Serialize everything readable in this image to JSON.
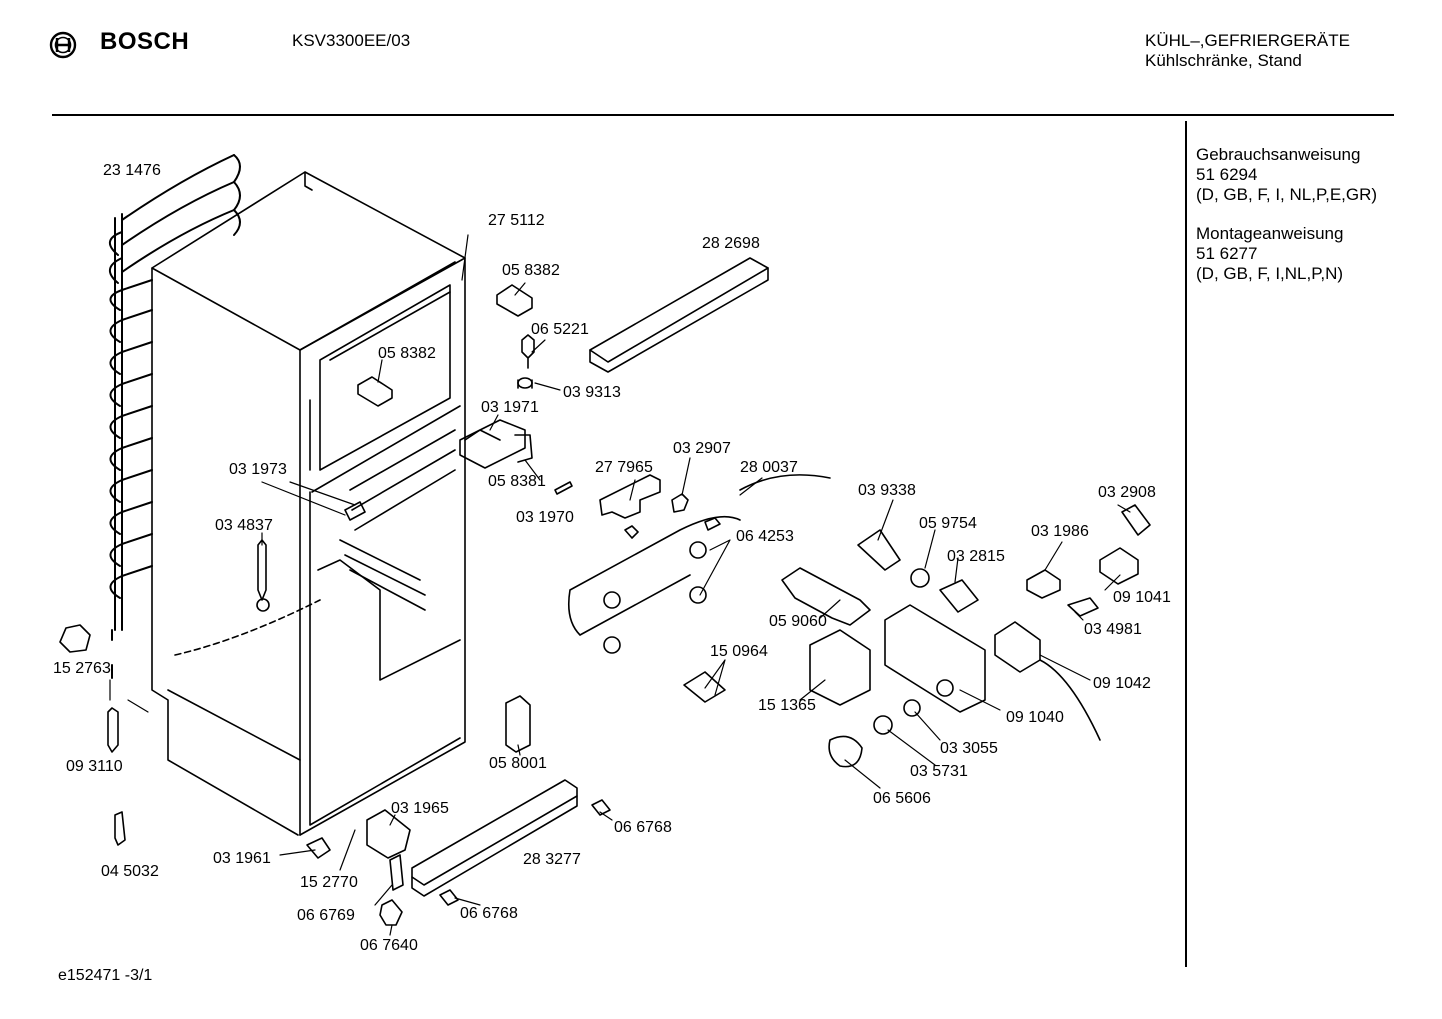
{
  "header": {
    "brand": "BOSCH",
    "model": "KSV3300EE/03",
    "category_line1": "KÜHL–,GEFRIERGERÄTE",
    "category_line2": "Kühlschränke, Stand"
  },
  "documents": [
    {
      "title": "Gebrauchsanweisung",
      "number": "51 6294",
      "languages": "(D, GB, F, I, NL,P,E,GR)"
    },
    {
      "title": "Montageanweisung",
      "number": "51 6277",
      "languages": "(D, GB, F, I,NL,P,N)"
    }
  ],
  "footer": {
    "code": "e152471 -3/1"
  },
  "parts": [
    {
      "id": "p01",
      "label": "23 1476"
    },
    {
      "id": "p02",
      "label": "27 5112"
    },
    {
      "id": "p03",
      "label": "28 2698"
    },
    {
      "id": "p04",
      "label": "05 8382"
    },
    {
      "id": "p05",
      "label": "06 5221"
    },
    {
      "id": "p06",
      "label": "05 8382"
    },
    {
      "id": "p07",
      "label": "03 9313"
    },
    {
      "id": "p08",
      "label": "03 1971"
    },
    {
      "id": "p09",
      "label": "03 1973"
    },
    {
      "id": "p10",
      "label": "05 8381"
    },
    {
      "id": "p11",
      "label": "03 2907"
    },
    {
      "id": "p12",
      "label": "27 7965"
    },
    {
      "id": "p13",
      "label": "28 0037"
    },
    {
      "id": "p14",
      "label": "03 1970"
    },
    {
      "id": "p15",
      "label": "03 4837"
    },
    {
      "id": "p16",
      "label": "03 9338"
    },
    {
      "id": "p17",
      "label": "03 2908"
    },
    {
      "id": "p18",
      "label": "05 9754"
    },
    {
      "id": "p19",
      "label": "03 1986"
    },
    {
      "id": "p20",
      "label": "06 4253"
    },
    {
      "id": "p21",
      "label": "03 2815"
    },
    {
      "id": "p22",
      "label": "09 1041"
    },
    {
      "id": "p23",
      "label": "03 4981"
    },
    {
      "id": "p24",
      "label": "05 9060"
    },
    {
      "id": "p25",
      "label": "15 2763"
    },
    {
      "id": "p26",
      "label": "15 0964"
    },
    {
      "id": "p27",
      "label": "09 1042"
    },
    {
      "id": "p28",
      "label": "15 1365"
    },
    {
      "id": "p29",
      "label": "09 1040"
    },
    {
      "id": "p30",
      "label": "03 3055"
    },
    {
      "id": "p31",
      "label": "09 3110"
    },
    {
      "id": "p32",
      "label": "05 8001"
    },
    {
      "id": "p33",
      "label": "03 5731"
    },
    {
      "id": "p34",
      "label": "06 5606"
    },
    {
      "id": "p35",
      "label": "03 1965"
    },
    {
      "id": "p36",
      "label": "06 6768"
    },
    {
      "id": "p37",
      "label": "03 1961"
    },
    {
      "id": "p38",
      "label": "28 3277"
    },
    {
      "id": "p39",
      "label": "04 5032"
    },
    {
      "id": "p40",
      "label": "15 2770"
    },
    {
      "id": "p41",
      "label": "06 6768"
    },
    {
      "id": "p42",
      "label": "06 6769"
    },
    {
      "id": "p43",
      "label": "06 7640"
    }
  ]
}
